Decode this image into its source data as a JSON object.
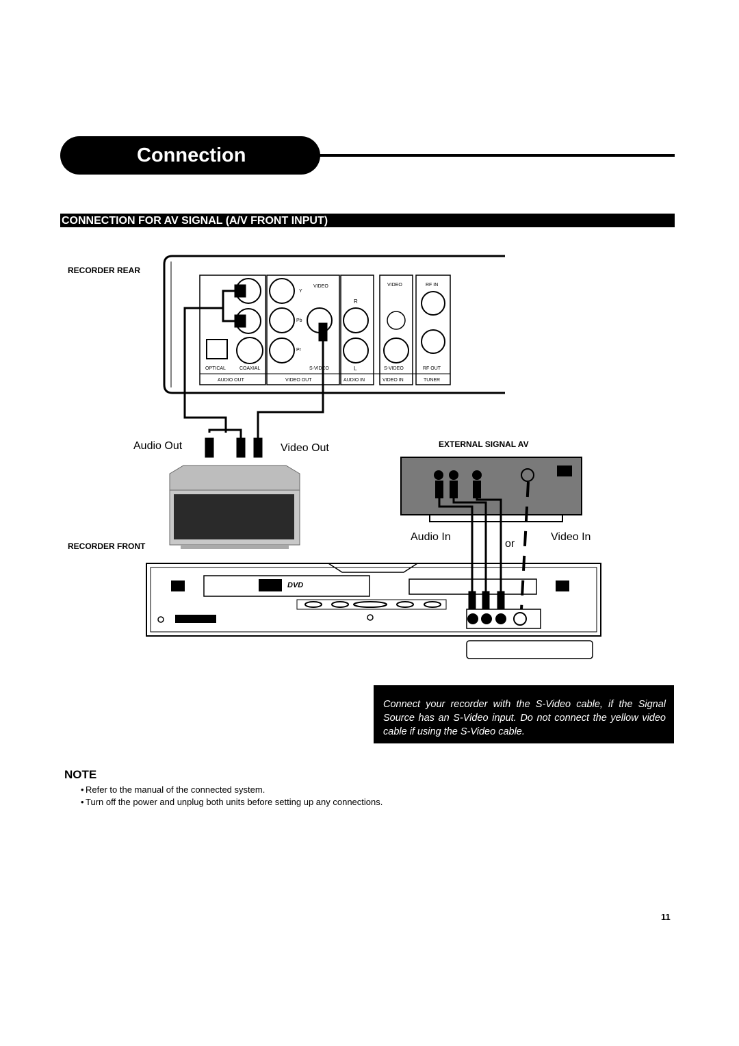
{
  "header": {
    "title": "Connection"
  },
  "section": {
    "title": "CONNECTION FOR AV SIGNAL  (A/V FRONT INPUT)"
  },
  "diagram": {
    "recorder_rear_label": "RECORDER REAR",
    "recorder_front_label": "RECORDER FRONT",
    "external_signal_label": "EXTERNAL SIGNAL AV",
    "audio_out": "Audio Out",
    "video_out": "Video Out",
    "audio_in": "Audio In",
    "video_in": "Video In",
    "or": "or",
    "rear_panel": {
      "y": "Y",
      "pb": "Pb",
      "pr": "Pr",
      "video": "VIDEO",
      "r": "R",
      "l": "L",
      "video2": "VIDEO",
      "rf_in": "RF IN",
      "optical": "OPTICAL",
      "coaxial": "COAXIAL",
      "s_video": "S-VIDEO",
      "s_video2": "S-VIDEO",
      "rf_out": "RF OUT",
      "audio_out": "AUDIO OUT",
      "video_out": "VIDEO OUT",
      "audio_in": "AUDIO IN",
      "video_in": "VIDEO IN",
      "tuner": "TUNER"
    },
    "front_panel": {
      "dvd": "DVD"
    }
  },
  "callout": {
    "text": "Connect your recorder with the S-Video cable, if the Signal Source has an S-Video input. Do not connect the yellow video cable if using the S-Video cable."
  },
  "note": {
    "title": "NOTE",
    "items": [
      "Refer to the manual of the connected system.",
      "Turn off the power and unplug both units before setting up any connections."
    ]
  },
  "page": {
    "number": "11"
  }
}
